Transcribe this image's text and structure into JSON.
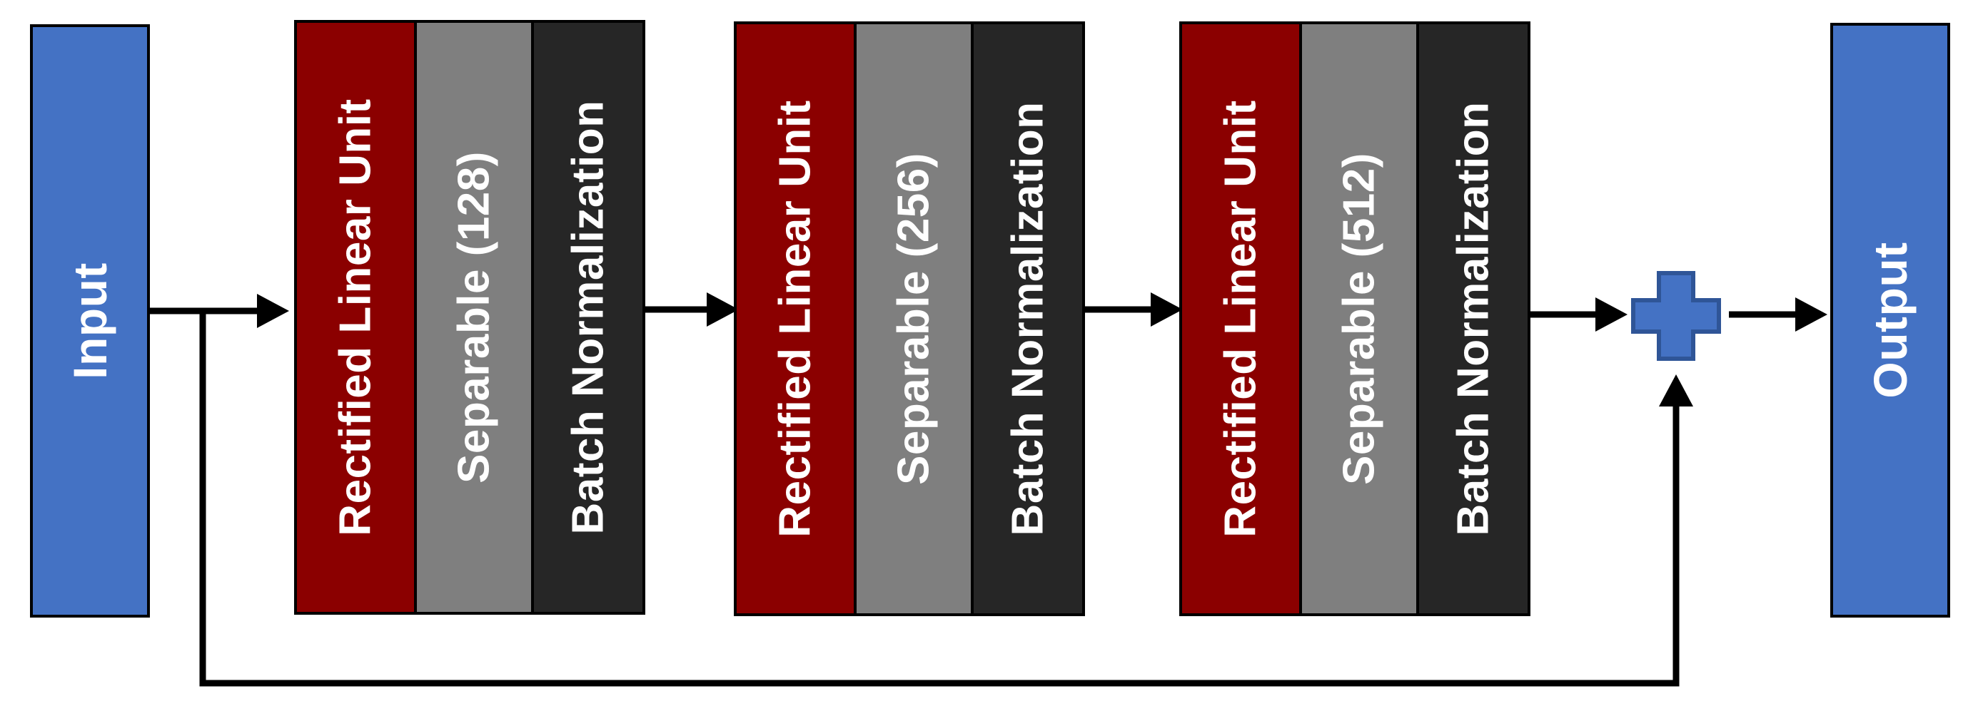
{
  "colors": {
    "io": "#4472C4",
    "relu": "#8B0000",
    "separable": "#7F7F7F",
    "batchnorm": "#262626",
    "plus": "#4472C4",
    "plus_border": "#2F5597",
    "line": "#000000"
  },
  "input": {
    "label": "Input"
  },
  "output": {
    "label": "Output"
  },
  "blocks": [
    {
      "relu": "Rectified Linear Unit",
      "separable": "Separable (128)",
      "batchnorm": "Batch Normalization"
    },
    {
      "relu": "Rectified Linear Unit",
      "separable": "Separable (256)",
      "batchnorm": "Batch Normalization"
    },
    {
      "relu": "Rectified Linear Unit",
      "separable": "Separable (512)",
      "batchnorm": "Batch Normalization"
    }
  ],
  "add_node": {
    "icon": "plus-icon"
  }
}
